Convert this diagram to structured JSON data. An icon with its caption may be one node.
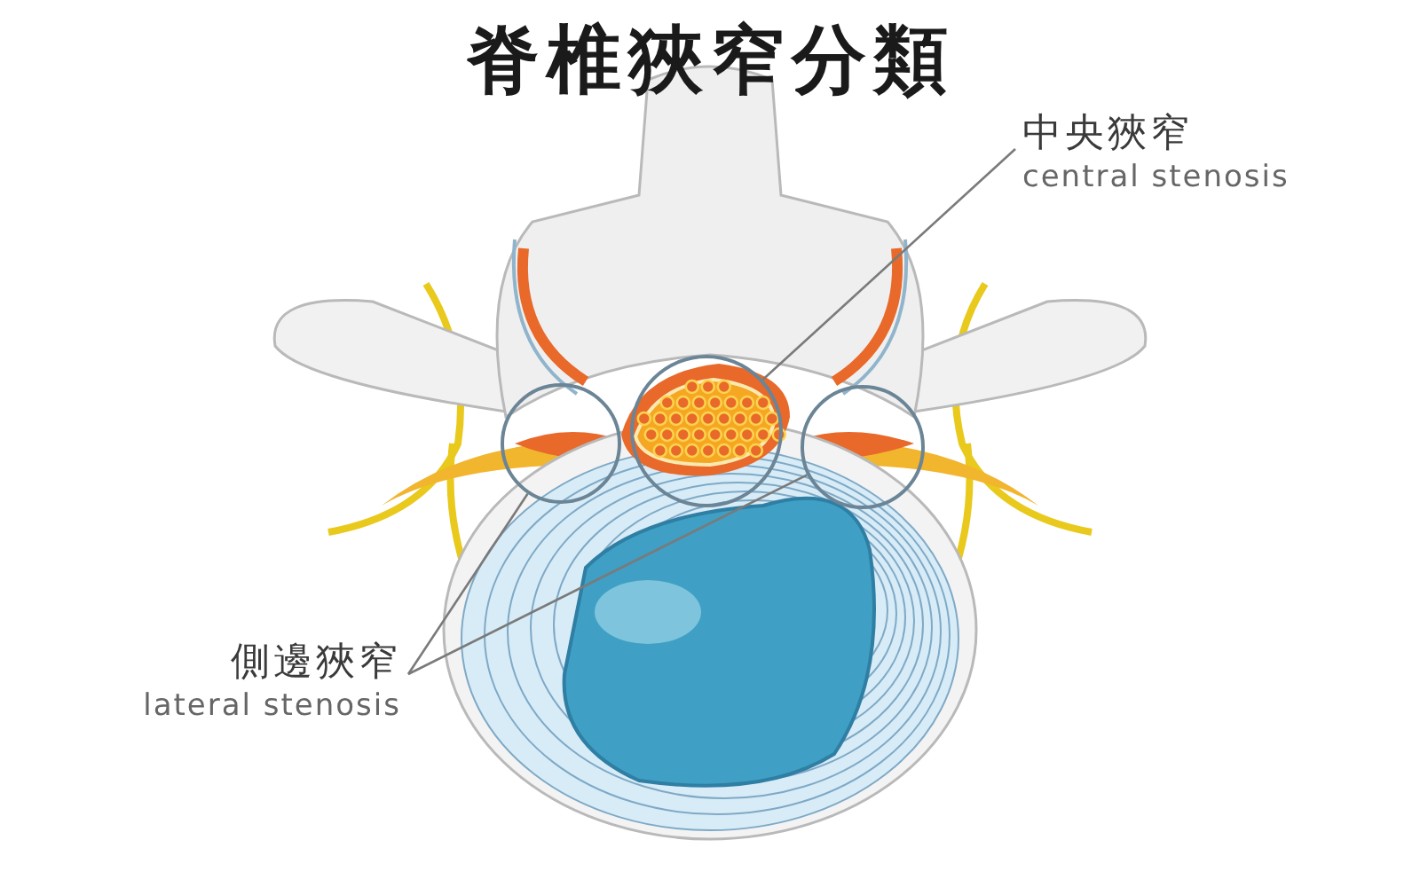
{
  "diagram": {
    "title": "脊椎狹窄分類",
    "nodes": [
      {
        "text": [
          "中央狹窄",
          "central stenosis"
        ]
      },
      {
        "text": [
          "側邊狹窄",
          "lateral stenosis"
        ]
      },
      {
        "text": [],
        "shape": "circle"
      },
      {
        "text": [],
        "shape": "circle"
      },
      {
        "text": [],
        "shape": "circle"
      }
    ],
    "edges": [
      {
        "from": 0,
        "to": 3,
        "arrow": "none"
      },
      {
        "from": 1,
        "to": 2,
        "arrow": "none"
      },
      {
        "from": 1,
        "to": 4,
        "arrow": "none"
      }
    ]
  }
}
